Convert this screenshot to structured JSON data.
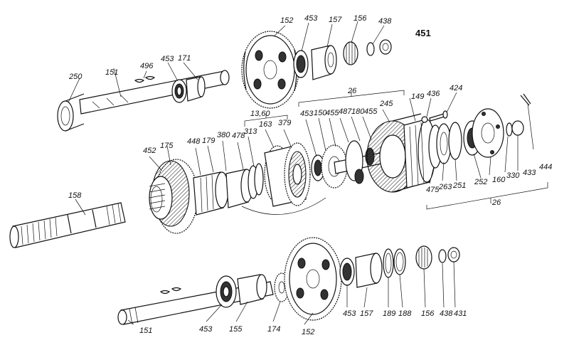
{
  "labels": {
    "l152a": "152",
    "l453a": "453",
    "l157a": "157",
    "l156a": "156",
    "l438a": "438",
    "l451a": "451",
    "l250": "250",
    "l151a": "151",
    "l496": "496",
    "l453b": "453",
    "l171": "171",
    "l26a": "26",
    "l1360": "13,60",
    "l149": "149",
    "l436": "436",
    "l424": "424",
    "l452": "452",
    "l175": "175",
    "l448": "448",
    "l179": "179",
    "l380": "380",
    "l478": "478",
    "l313": "313",
    "l163": "163",
    "l379": "379",
    "l453c": "453",
    "l150": "150",
    "l455a": "455",
    "l487": "487",
    "l180": "180",
    "l455b": "455",
    "l245": "245",
    "l475": "475",
    "l263": "263",
    "l251": "251",
    "l252": "252",
    "l160": "160",
    "l330": "330",
    "l433": "433",
    "l444": "444",
    "l26b": "26",
    "l158": "158",
    "l151b": "151",
    "l453d": "453",
    "l155": "155",
    "l174": "174",
    "l152b": "152",
    "l453e": "453",
    "l157b": "157",
    "l189": "189",
    "l188": "188",
    "l156b": "156",
    "l438b": "438",
    "l431": "431"
  },
  "colors": {
    "ink": "#111111",
    "paper": "#ffffff"
  }
}
